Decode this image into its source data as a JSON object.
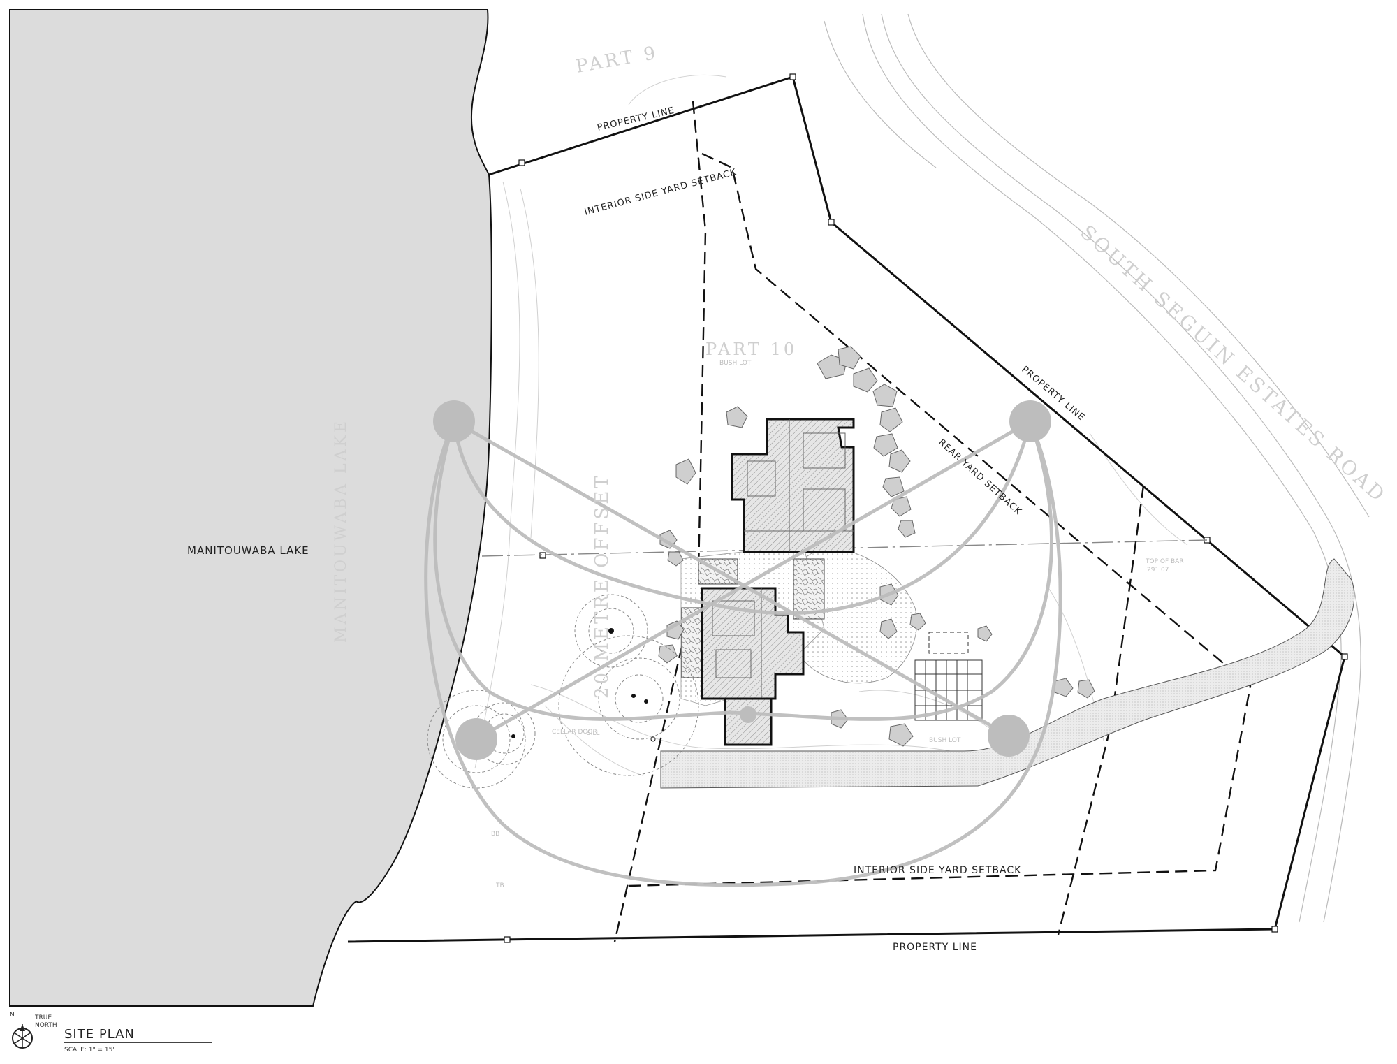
{
  "labels": {
    "lake": "MANITOUWABA LAKE",
    "lake_vertical": "MANITOUWABA LAKE",
    "road": "SOUTH SEGUIN ESTATES ROAD",
    "property_line_top": "PROPERTY LINE",
    "property_line_right": "PROPERTY LINE",
    "property_line_bottom": "PROPERTY LINE",
    "interior_side_top": "INTERIOR SIDE YARD SETBACK",
    "interior_side_bottom": "INTERIOR SIDE YARD SETBACK",
    "rear_yard": "REAR YARD SETBACK",
    "part9": "PART 9",
    "part10": "PART 10",
    "bush_lot": "BUSH LOT",
    "bush_lot_2": "BUSH LOT",
    "offset": "20 METRE OFFSET",
    "top_of_bar": "TOP OF BAR",
    "bar_value": "291.07",
    "cellar_door": "CELLAR DOOR",
    "sill": "SILL",
    "tb": "TB",
    "bb": "BB"
  },
  "title_block": {
    "north_n": "N",
    "north_true": "TRUE",
    "north_north": "NORTH",
    "title": "SITE PLAN",
    "scale": "SCALE: 1\" = 15'"
  },
  "colors": {
    "lake": "#dcdcdc",
    "overlay": "#bdbdbd",
    "line": "#111111"
  }
}
